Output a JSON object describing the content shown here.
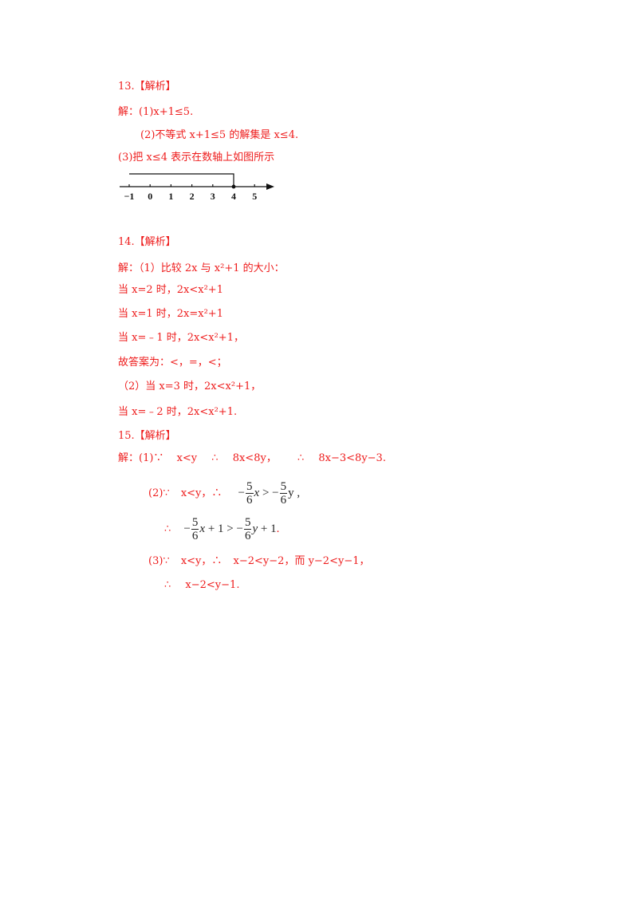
{
  "q13": {
    "title": "13.【解析】",
    "l1": "解：(1)x+1≤5.",
    "l2": "(2)不等式 x+1≤5 的解集是 x≤4.",
    "l3": "(3)把 x≤4 表示在数轴上如图所示",
    "numberline": {
      "ticks": [
        "−1",
        "0",
        "1",
        "2",
        "3",
        "4",
        "5"
      ],
      "solution_max": 4
    }
  },
  "q14": {
    "title": "14.【解析】",
    "l1": "解：（1）比较 2x 与 x²+1 的大小：",
    "l2": "当 x=2 时，2x<x²+1",
    "l3": "当 x=1 时，2x=x²+1",
    "l4": "当 x=﹣1 时，2x<x²+1，",
    "l5": "故答案为：<，=，<；",
    "l6": "（2）当 x=3 时，2x<x²+1，",
    "l7": "当 x=﹣2 时，2x<x²+1."
  },
  "q15": {
    "title": "15.【解析】",
    "l1_a": "解：(1)∵",
    "l1_b": "x<y",
    "l1_c": "∴",
    "l1_d": "8x<8y，",
    "l1_e": "∴",
    "l1_f": "8x−3<8y−3.",
    "l2_a": "(2)∵",
    "l2_b": "x<y，∴",
    "frac_num": "5",
    "frac_den": "6",
    "l3_a": "∴",
    "l4_a": "(3)∵",
    "l4_b": "x<y，∴",
    "l4_c": "x−2<y−2，而 y−2<y−1，",
    "l5_a": "∴",
    "l5_b": "x−2<y−1."
  }
}
